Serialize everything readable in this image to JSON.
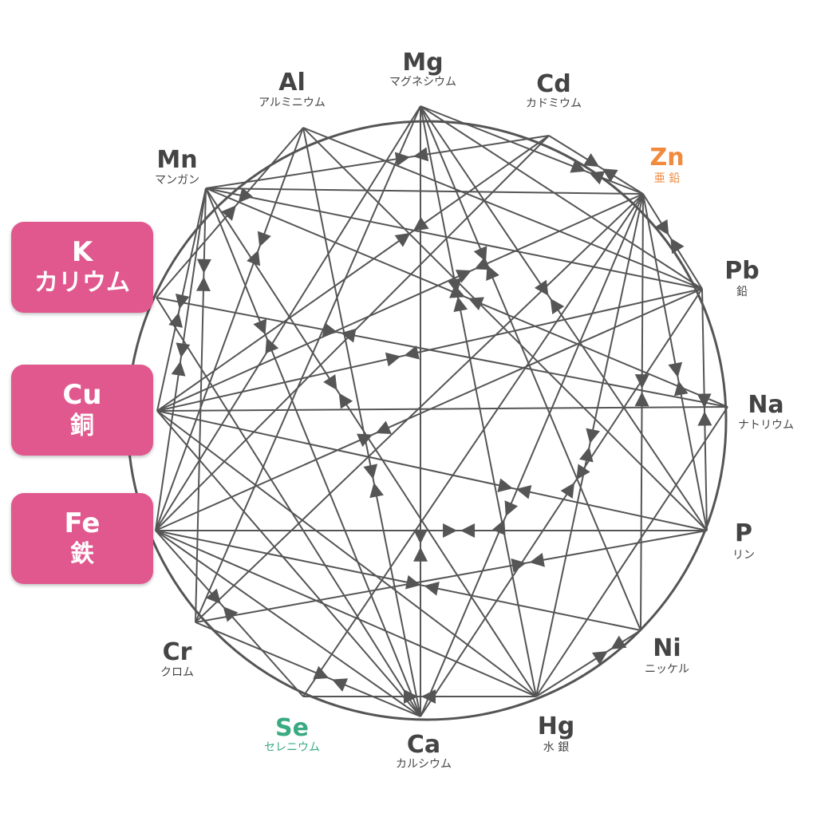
{
  "elements": [
    {
      "symbol": "Mg",
      "name": "マグネシウム",
      "color": "#444444"
    },
    {
      "symbol": "Cd",
      "name": "カドミウム",
      "color": "#444444"
    },
    {
      "symbol": "Zn",
      "name": "亜 鉛",
      "color": "#f08a3c"
    },
    {
      "symbol": "Pb",
      "name": "鉛",
      "color": "#444444"
    },
    {
      "symbol": "Na",
      "name": "ナトリウム",
      "color": "#444444"
    },
    {
      "symbol": "P",
      "name": "リン",
      "color": "#444444"
    },
    {
      "symbol": "Ni",
      "name": "ニッケル",
      "color": "#444444"
    },
    {
      "symbol": "Hg",
      "name": "水 銀",
      "color": "#444444"
    },
    {
      "symbol": "Ca",
      "name": "カルシウム",
      "color": "#444444"
    },
    {
      "symbol": "Se",
      "name": "セレニウム",
      "color": "#3aaa82"
    },
    {
      "symbol": "Cr",
      "name": "クロム",
      "color": "#444444"
    },
    {
      "symbol": "Mn",
      "name": "マンガン",
      "color": "#444444"
    },
    {
      "symbol": "Al",
      "name": "アルミニウム",
      "color": "#444444"
    }
  ],
  "highlighted": [
    {
      "symbol": "K",
      "name": "カリウム"
    },
    {
      "symbol": "Cu",
      "name": "銅"
    },
    {
      "symbol": "Fe",
      "name": "鉄"
    }
  ],
  "highlight_color": "#e0588e",
  "line_color": "#555555"
}
